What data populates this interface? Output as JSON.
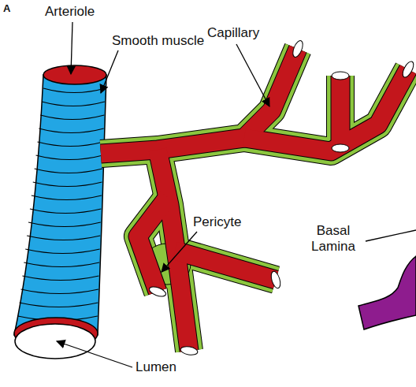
{
  "diagram": {
    "labels": [
      "A",
      "Arteriole",
      "Smooth muscle",
      "Capillary",
      "Pericyte",
      "Basal Lamina",
      "Lumen"
    ]
  }
}
